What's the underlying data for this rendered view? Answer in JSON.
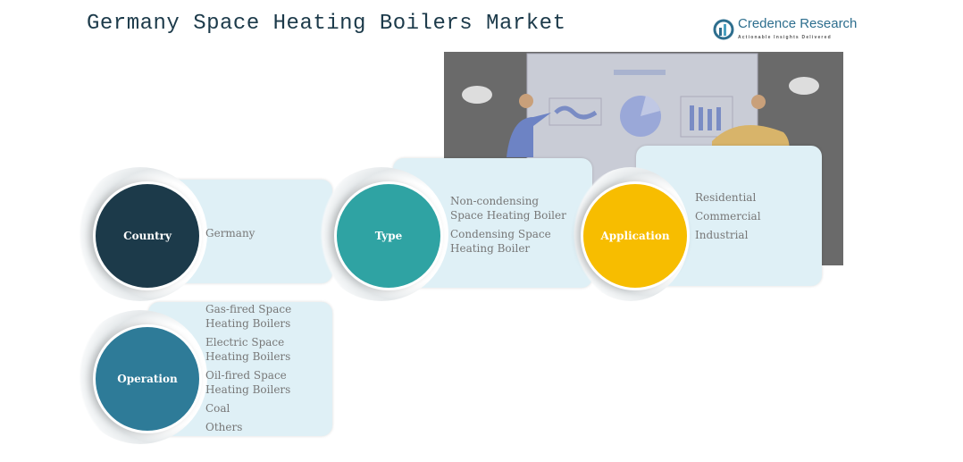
{
  "title": "Germany Space Heating Boilers Market",
  "logo": {
    "name": "Credence Research",
    "tagline": "Actionable Insights Delivered"
  },
  "segments": [
    {
      "label": "Country",
      "color": "#1c3a4a",
      "items": [
        "Germany"
      ]
    },
    {
      "label": "Type",
      "color": "#2fa3a3",
      "items": [
        "Non-condensing Space Heating Boiler",
        "Condensing Space Heating Boiler"
      ]
    },
    {
      "label": "Application",
      "color": "#f7bd00",
      "items": [
        "Residential",
        "Commercial",
        "Industrial"
      ]
    },
    {
      "label": "Operation",
      "color": "#2e7b98",
      "items": [
        "Gas-fired Space Heating Boilers",
        "Electric Space Heating Boilers",
        "Oil-fired Space Heating Boilers",
        "Coal",
        "Others"
      ]
    }
  ]
}
